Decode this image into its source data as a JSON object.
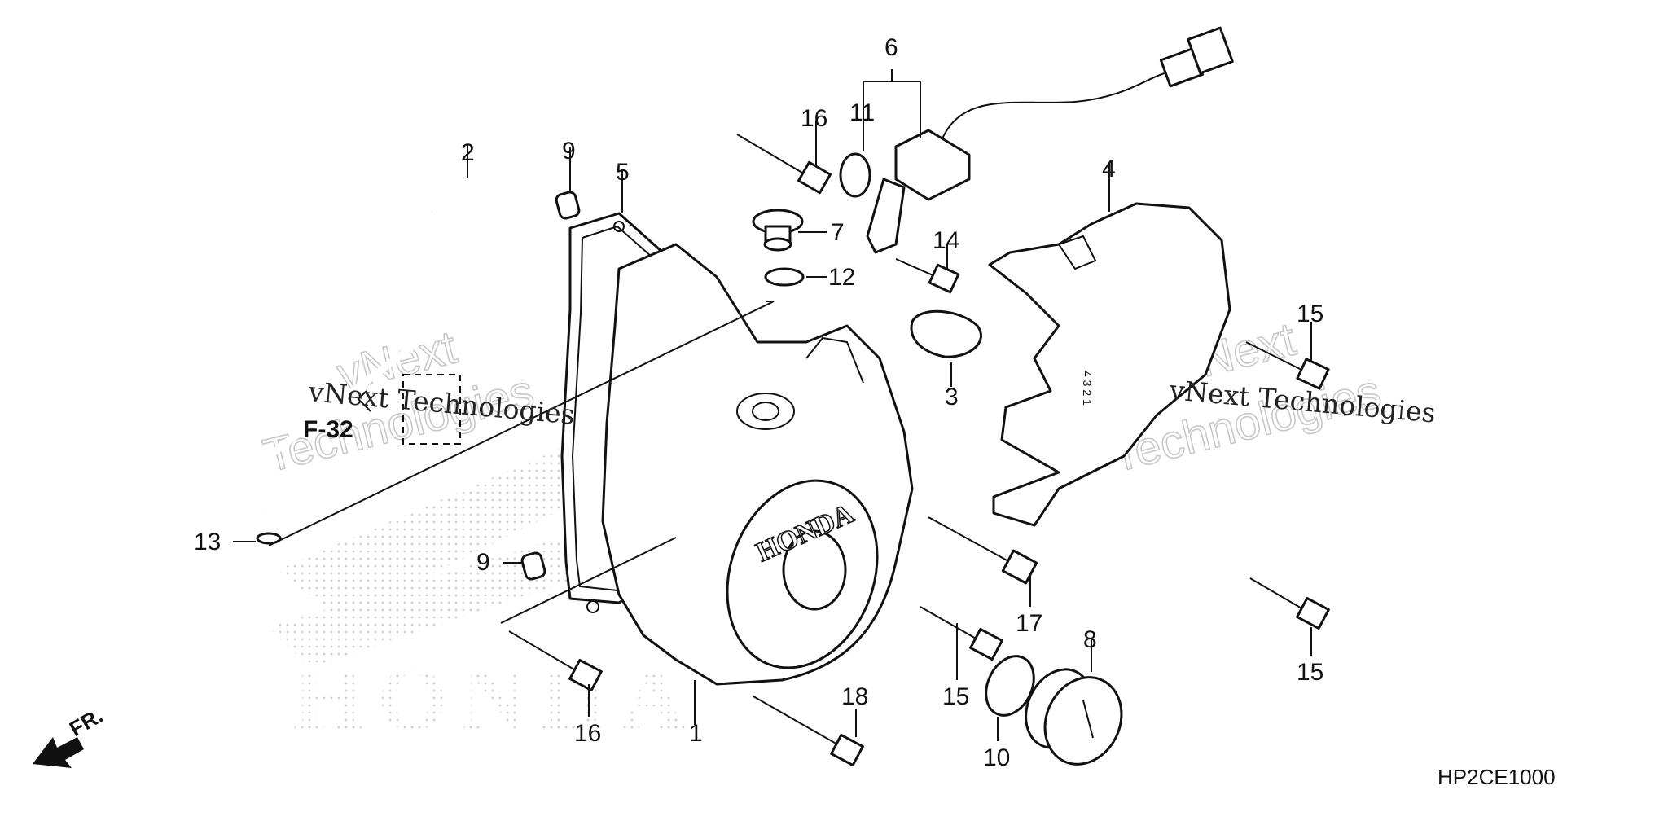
{
  "diagram": {
    "reference_code": "HP2CE1000",
    "section_ref": "F-32",
    "front_label": "FR.",
    "emblem_text": "HONDA",
    "cover_logo_text": "HONDA",
    "dial_digits": "4 3 2 1",
    "watermarks": [
      {
        "text": "vNext Technologies"
      },
      {
        "text": "vNext Technologies"
      }
    ],
    "ghost_watermarks": [
      {
        "text": "vNext"
      },
      {
        "text": "Technologies"
      },
      {
        "text": "vNext"
      },
      {
        "text": "Technologies"
      }
    ],
    "callouts": [
      {
        "label": "1"
      },
      {
        "label": "2"
      },
      {
        "label": "3"
      },
      {
        "label": "4"
      },
      {
        "label": "5"
      },
      {
        "label": "6"
      },
      {
        "label": "7"
      },
      {
        "label": "8"
      },
      {
        "label": "9"
      },
      {
        "label": "9"
      },
      {
        "label": "10"
      },
      {
        "label": "11"
      },
      {
        "label": "12"
      },
      {
        "label": "13"
      },
      {
        "label": "14"
      },
      {
        "label": "15"
      },
      {
        "label": "15"
      },
      {
        "label": "15"
      },
      {
        "label": "16"
      },
      {
        "label": "16"
      },
      {
        "label": "17"
      },
      {
        "label": "18"
      }
    ],
    "colors": {
      "line": "#111111",
      "background": "#ffffff",
      "dots": "#cfcfcf"
    }
  }
}
